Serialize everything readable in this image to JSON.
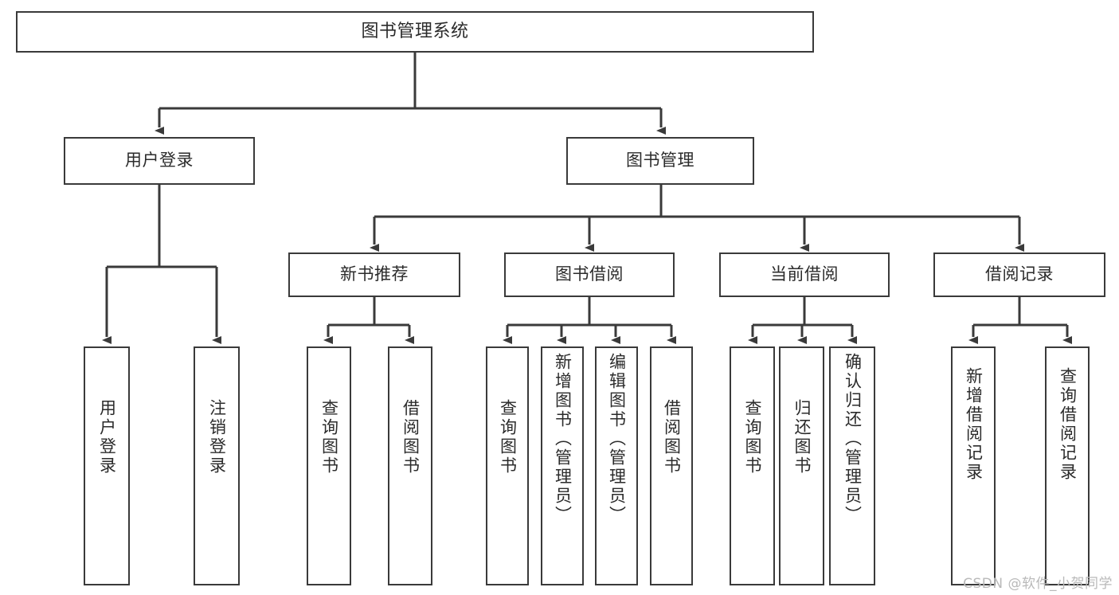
{
  "diagram": {
    "title": "图书管理系统",
    "type": "tree",
    "root": {
      "id": "root",
      "label": "图书管理系统",
      "orientation": "horizontal"
    },
    "level1": [
      {
        "id": "user-login",
        "label": "用户登录",
        "orientation": "horizontal"
      },
      {
        "id": "book-manage",
        "label": "图书管理",
        "orientation": "horizontal"
      }
    ],
    "level2": [
      {
        "id": "new-book-recommend",
        "label": "新书推荐",
        "parent": "book-manage",
        "orientation": "horizontal"
      },
      {
        "id": "book-borrow",
        "label": "图书借阅",
        "parent": "book-manage",
        "orientation": "horizontal"
      },
      {
        "id": "current-borrow",
        "label": "当前借阅",
        "parent": "book-manage",
        "orientation": "horizontal"
      },
      {
        "id": "borrow-record",
        "label": "借阅记录",
        "parent": "book-manage",
        "orientation": "horizontal"
      }
    ],
    "leaves": [
      {
        "id": "leaf-user-login",
        "label": "用户登录",
        "parent": "user-login",
        "orientation": "vertical"
      },
      {
        "id": "leaf-user-logout",
        "label": "注销登录",
        "parent": "user-login",
        "orientation": "vertical"
      },
      {
        "id": "leaf-query-book-1",
        "label": "查询图书",
        "parent": "new-book-recommend",
        "orientation": "vertical"
      },
      {
        "id": "leaf-borrow-book-1",
        "label": "借阅图书",
        "parent": "new-book-recommend",
        "orientation": "vertical"
      },
      {
        "id": "leaf-query-book-2",
        "label": "查询图书",
        "parent": "book-borrow",
        "orientation": "vertical"
      },
      {
        "id": "leaf-add-book",
        "label": "新增图书（管理员）",
        "parent": "book-borrow",
        "orientation": "vertical"
      },
      {
        "id": "leaf-edit-book",
        "label": "编辑图书（管理员）",
        "parent": "book-borrow",
        "orientation": "vertical"
      },
      {
        "id": "leaf-borrow-book-2",
        "label": "借阅图书",
        "parent": "book-borrow",
        "orientation": "vertical"
      },
      {
        "id": "leaf-query-book-3",
        "label": "查询图书",
        "parent": "current-borrow",
        "orientation": "vertical"
      },
      {
        "id": "leaf-return-book",
        "label": "归还图书",
        "parent": "current-borrow",
        "orientation": "vertical"
      },
      {
        "id": "leaf-confirm-return",
        "label": "确认归还（管理员）",
        "parent": "current-borrow",
        "orientation": "vertical"
      },
      {
        "id": "leaf-add-record",
        "label": "新增借阅记录",
        "parent": "borrow-record",
        "orientation": "vertical"
      },
      {
        "id": "leaf-query-record",
        "label": "查询借阅记录",
        "parent": "borrow-record",
        "orientation": "vertical"
      }
    ],
    "watermark": "CSDN @软件_小贺同学",
    "colors": {
      "box_border": "#3a3a3a",
      "box_fill": "#ffffff",
      "connector": "#3a3a3a",
      "text": "#2b2b2b",
      "watermark": "#b9b9b9",
      "background": "#ffffff"
    }
  }
}
